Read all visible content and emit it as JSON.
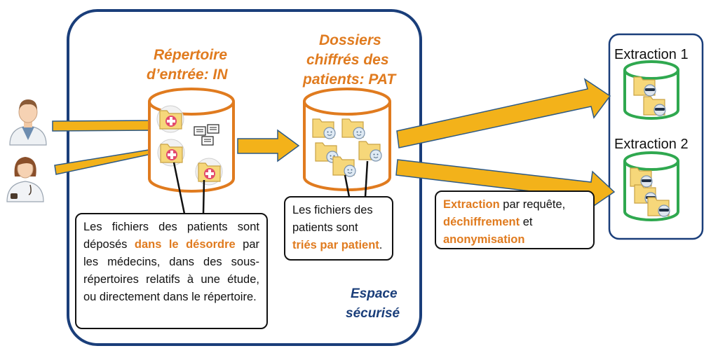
{
  "colors": {
    "secure_border": "#1a3e7a",
    "accent_orange": "#e07b1f",
    "arrow_fill": "#f3b21a",
    "arrow_stroke": "#2e5a86",
    "drum_orange": "#e07b1f",
    "drum_green": "#2fa84f",
    "folder": "#f6d77a"
  },
  "input_directory": {
    "title_line1": "Répertoire",
    "title_line2": "d’entrée: IN"
  },
  "patient_directory": {
    "title_line1": "Dossiers",
    "title_line2": "chiffrés des",
    "title_line3": "patients: PAT"
  },
  "secure_space": {
    "line1": "Espace",
    "line2": "sécurisé"
  },
  "extractions": [
    {
      "label": "Extraction 1"
    },
    {
      "label": "Extraction 2"
    }
  ],
  "note_input": {
    "text_before": "Les fichiers des patients sont déposés ",
    "highlight": "dans le désordre",
    "text_after": " par les médecins, dans des sous-répertoires relatifs à une étude, ou directement dans le répertoire."
  },
  "note_patient": {
    "text_before": "Les fichiers des patients sont ",
    "highlight": "triés par patient",
    "text_after": "."
  },
  "note_extraction": {
    "highlight1": "Extraction",
    "text1": " par requête, ",
    "highlight2": "déchiffrement",
    "text2": " et ",
    "highlight3": "anonymisation"
  },
  "icons": {
    "doctor_male": "doctor-male-icon",
    "doctor_female": "doctor-female-icon",
    "medical_folder": "medical-folder-icon",
    "document": "document-icon",
    "patient_folder": "patient-folder-icon",
    "anonymous_folder": "anonymous-folder-icon"
  }
}
